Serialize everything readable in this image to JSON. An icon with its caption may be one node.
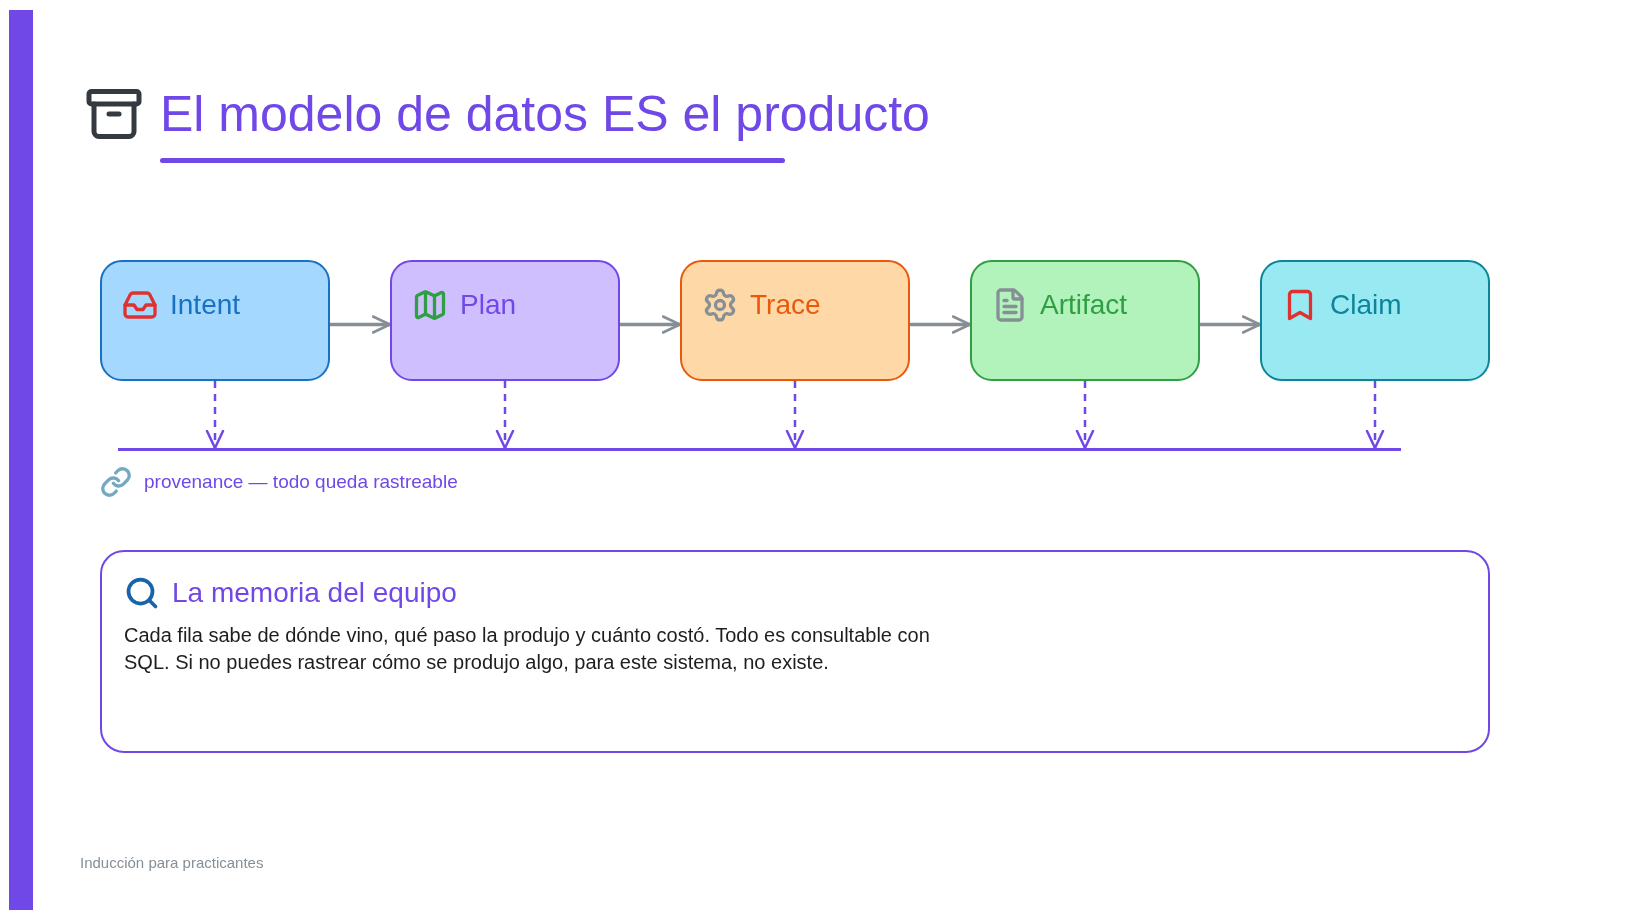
{
  "diagram": {
    "title": "El modelo de datos ES el producto",
    "nodes": [
      {
        "text": [
          "Intent"
        ]
      },
      {
        "text": [
          "Plan"
        ]
      },
      {
        "text": [
          "Trace"
        ]
      },
      {
        "text": [
          "Artifact"
        ]
      },
      {
        "text": [
          "Claim"
        ]
      },
      {
        "text": [],
        "shape": "bar",
        "beside": [
          "provenance — todo queda rastreable"
        ]
      },
      {
        "text": [],
        "shape": "bar"
      },
      {
        "text": [
          "La memoria del equipo",
          "Cada fila sabe de dónde vino, qué paso la produjo y cuánto costó. Todo es consultable con SQL. Si no puedes rastrear cómo se produjo algo, para este sistema, no existe."
        ]
      }
    ],
    "edges": [
      {
        "from": 0,
        "to": 1,
        "arrow": "to",
        "color": "#868e96"
      },
      {
        "from": 1,
        "to": 2,
        "arrow": "to",
        "color": "#868e96"
      },
      {
        "from": 2,
        "to": 3,
        "arrow": "to",
        "color": "#868e96"
      },
      {
        "from": 3,
        "to": 4,
        "arrow": "to",
        "color": "#868e96"
      },
      {
        "from": 0,
        "to": 5,
        "arrow": "to",
        "style": "dashed"
      },
      {
        "from": 1,
        "to": 5,
        "arrow": "to",
        "style": "dashed"
      },
      {
        "from": 2,
        "to": 5,
        "arrow": "to",
        "style": "dashed"
      },
      {
        "from": 3,
        "to": 5,
        "arrow": "to",
        "style": "dashed"
      },
      {
        "from": 4,
        "to": 5,
        "arrow": "to",
        "style": "dashed"
      }
    ],
    "labels": [
      "Inducción para practicantes"
    ]
  }
}
